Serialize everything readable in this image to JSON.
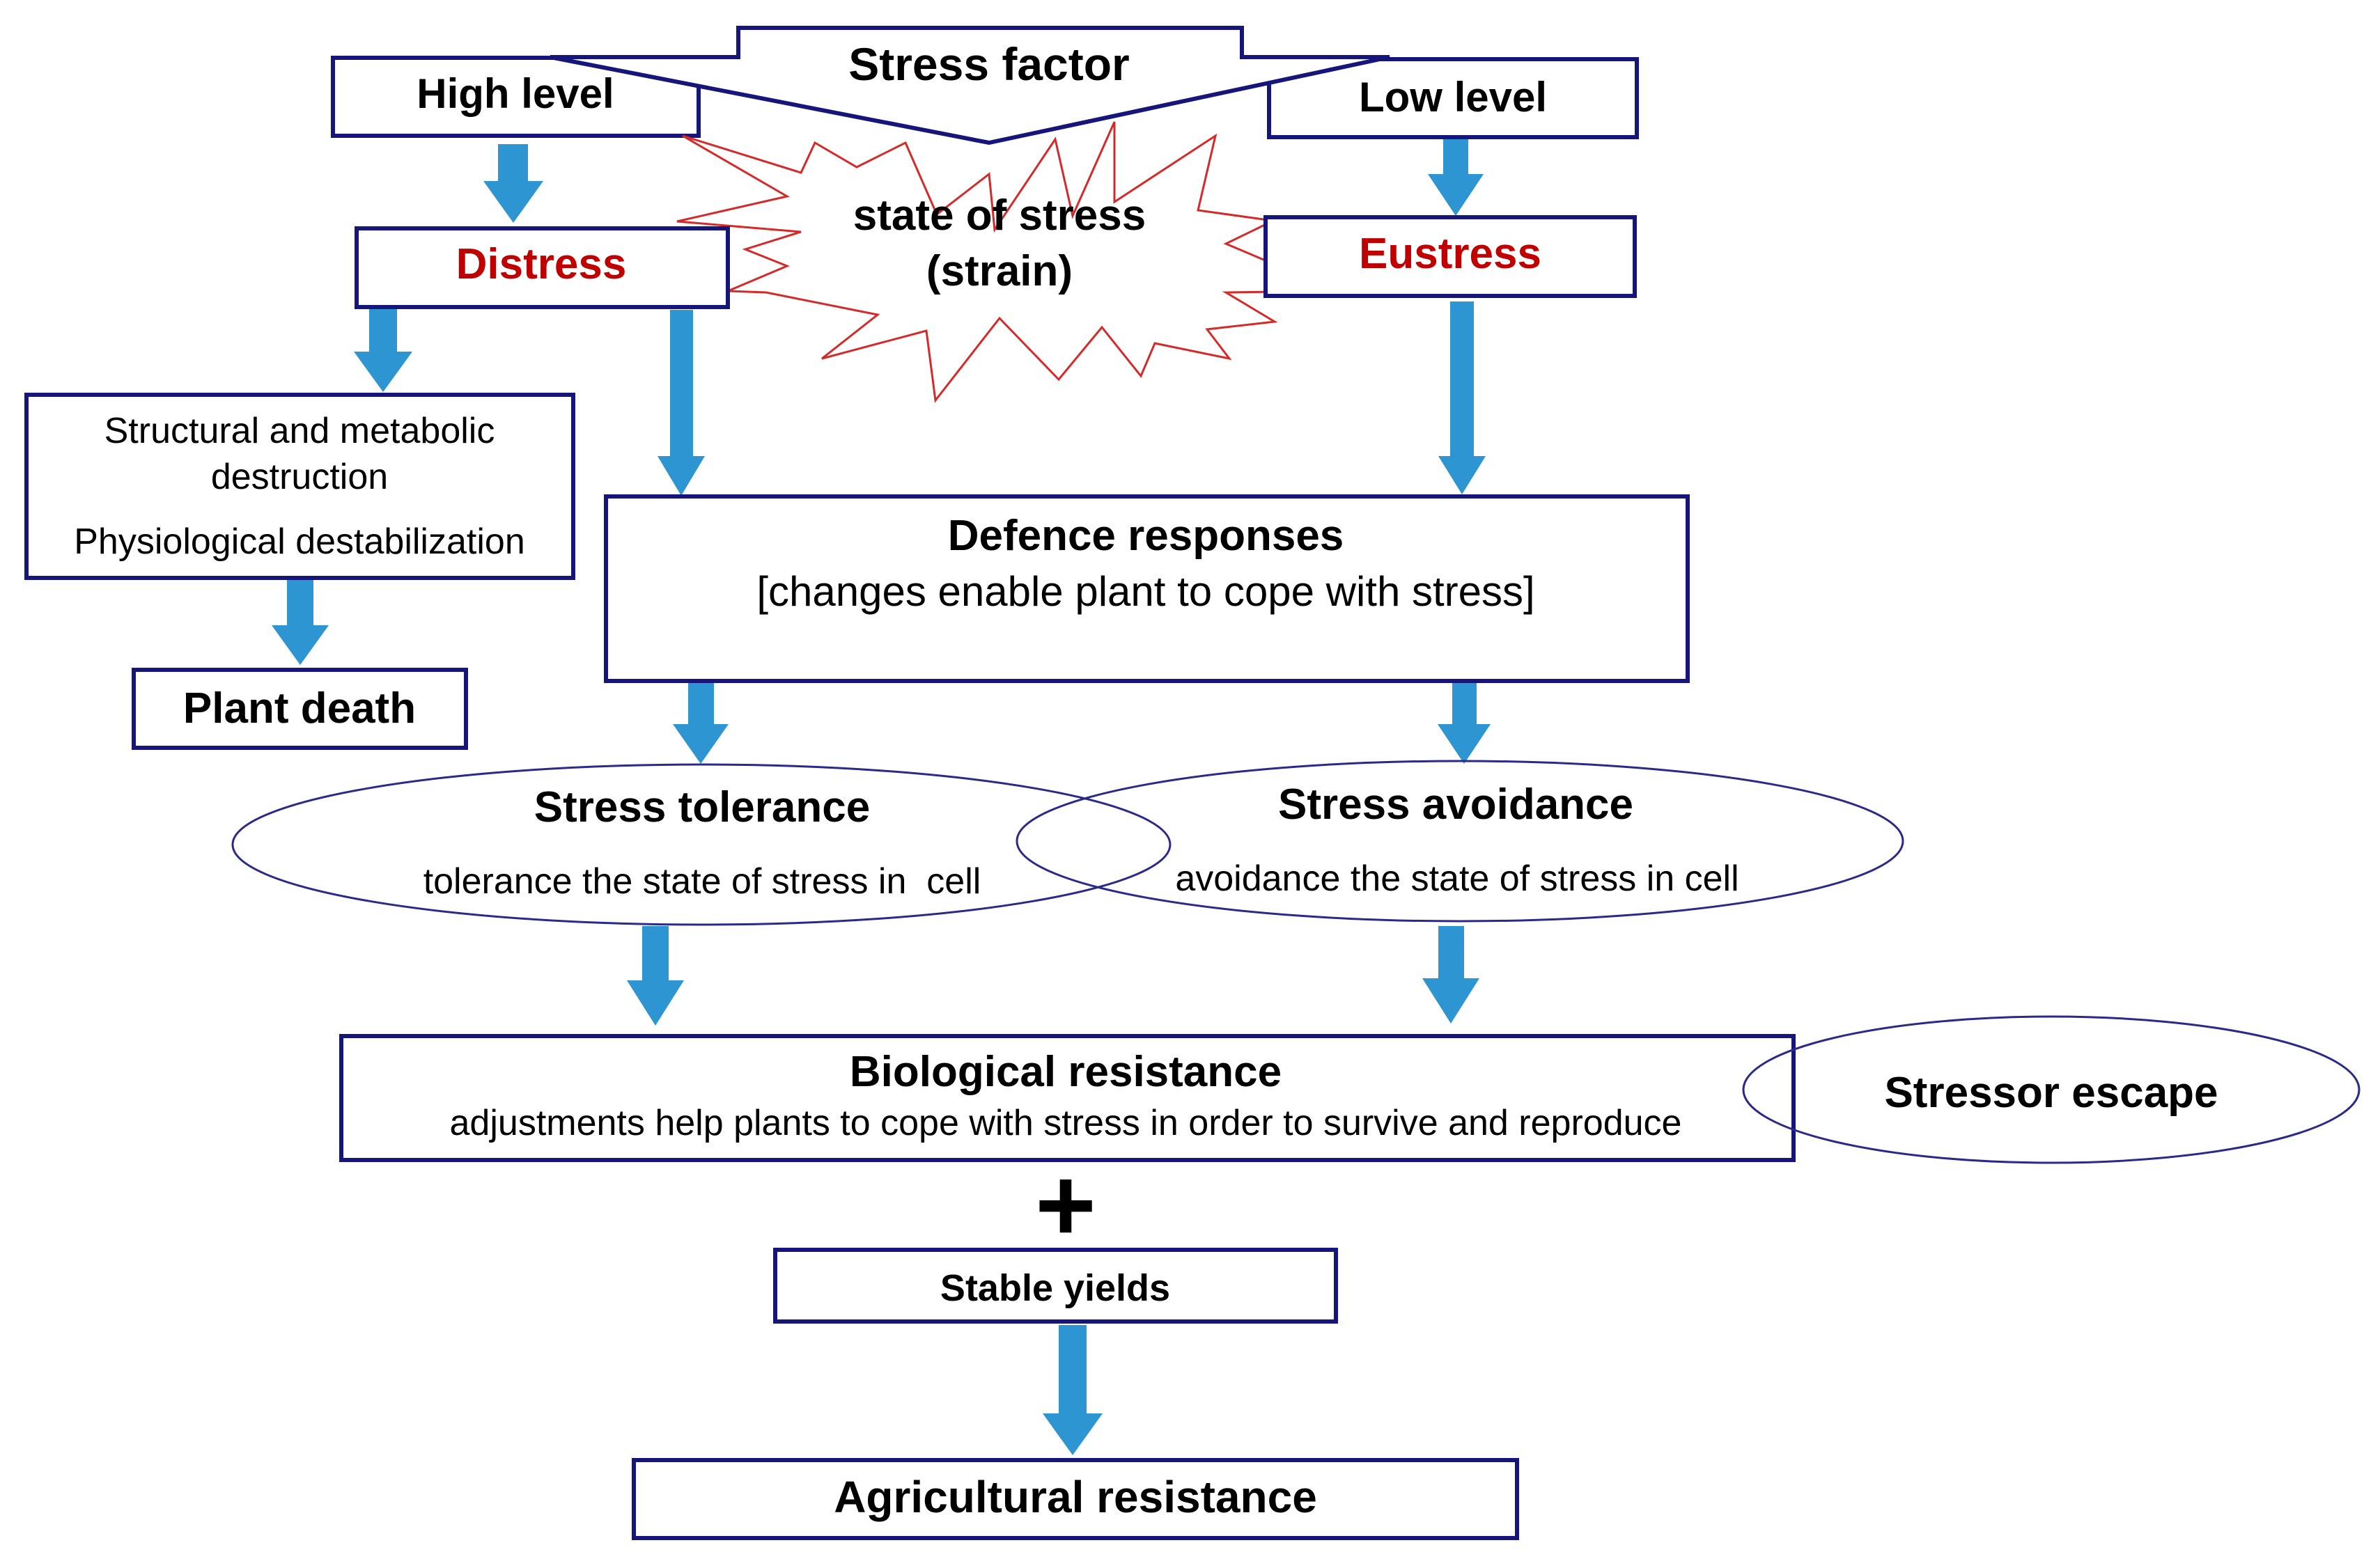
{
  "colors": {
    "box_border": "#16167a",
    "arrow": "#2e95d3",
    "star_stroke": "#d42a2a",
    "ellipse_stroke": "#2a2a8a",
    "alert_text": "#c00000",
    "text": "#000000"
  },
  "nodes": {
    "stress_factor": "Stress factor",
    "high_level": "High level",
    "low_level": "Low level",
    "state_of_stress_line1": "state of stress",
    "state_of_stress_line2": "(strain)",
    "distress": "Distress",
    "eustress": "Eustress",
    "destruction_line1": "Structural and metabolic",
    "destruction_line2": "destruction",
    "destruction_line3": "Physiological destabilization",
    "plant_death": "Plant death",
    "defence_title": "Defence responses",
    "defence_subtitle": "[changes enable plant to cope with stress]",
    "tolerance_title": "Stress tolerance",
    "tolerance_subtitle": "tolerance the state of stress in  cell",
    "avoidance_title": "Stress avoidance",
    "avoidance_subtitle": "avoidance the state of stress in cell",
    "bio_title": "Biological resistance",
    "bio_subtitle": "adjustments help plants to cope with stress in order to survive and reproduce",
    "stressor_escape": "Stressor escape",
    "plus": "+",
    "stable_yields": "Stable yields",
    "agri_resistance": "Agricultural resistance"
  },
  "icons": {
    "arrows": "down-arrow-icon",
    "stress_star": "starburst-icon"
  }
}
